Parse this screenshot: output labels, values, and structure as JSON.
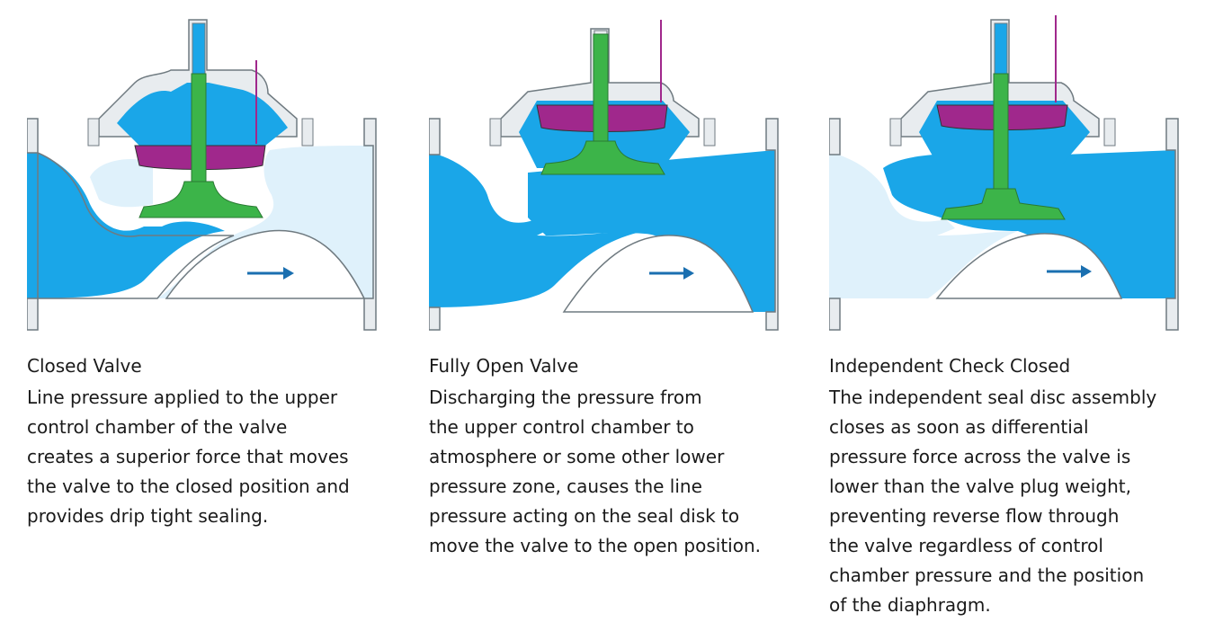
{
  "panels": [
    {
      "id": "closed",
      "title": "Closed Valve",
      "lines": [
        "Line pressure applied to the upper",
        "control chamber of the valve",
        "creates a superior force that moves",
        "the valve to the closed position and",
        "provides drip tight sealing."
      ]
    },
    {
      "id": "open",
      "title": "Fully Open Valve",
      "lines": [
        "Discharging the pressure from",
        "the upper control chamber to",
        "atmosphere or some other lower",
        "pressure zone, causes the line",
        "pressure acting on the seal disk to",
        "move the valve to the open position."
      ]
    },
    {
      "id": "check",
      "title": "Independent Check Closed",
      "lines": [
        "The independent seal disc assembly",
        "closes as soon as differential",
        "pressure force across the valve is",
        "lower than the valve plug weight,",
        "preventing reverse flow through",
        "the valve regardless of control",
        "chamber pressure and the position",
        "of the diaphragm."
      ]
    }
  ],
  "colors": {
    "water": "#1aa6e8",
    "water_light": "#dff1fb",
    "body": "#e8ecef",
    "outline": "#6f7a80",
    "stem": "#3cb449",
    "diaphragm": "#a0288c",
    "arrow": "#1a6fb0",
    "text": "#1a1a1a"
  },
  "icons": [
    "flow-arrow-icon",
    "bolt-icon"
  ]
}
